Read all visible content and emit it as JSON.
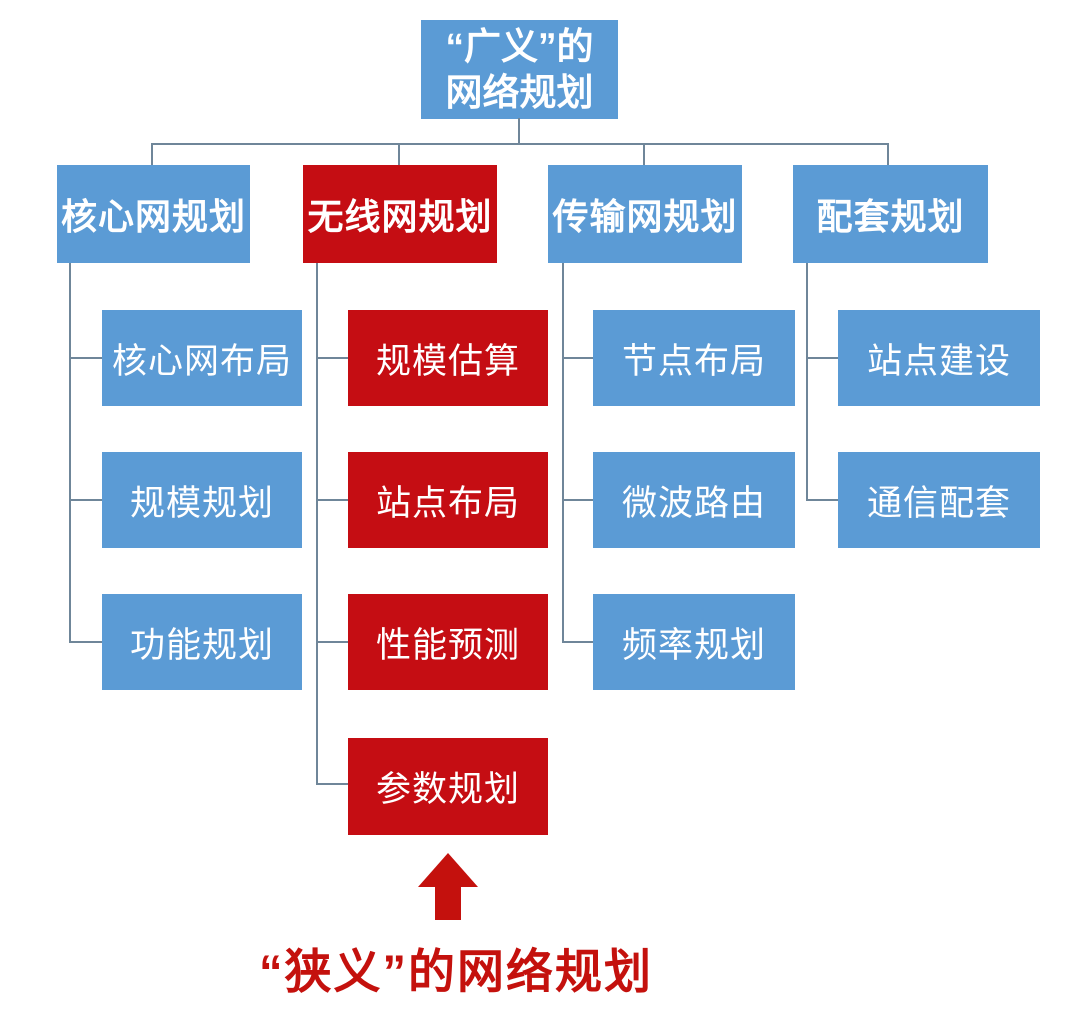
{
  "diagram": {
    "root": {
      "line1": "“广义”的",
      "line2": "网络规划"
    },
    "columns": [
      {
        "header": "核心网规划",
        "variant": "blue",
        "children": [
          "核心网布局",
          "规模规划",
          "功能规划"
        ]
      },
      {
        "header": "无线网规划",
        "variant": "red",
        "children": [
          "规模估算",
          "站点布局",
          "性能预测",
          "参数规划"
        ]
      },
      {
        "header": "传输网规划",
        "variant": "blue",
        "children": [
          "节点布局",
          "微波路由",
          "频率规划"
        ]
      },
      {
        "header": "配套规划",
        "variant": "blue",
        "children": [
          "站点建设",
          "通信配套"
        ]
      }
    ],
    "footer": {
      "label": "“狭义”的网络规划"
    },
    "colors": {
      "box_blue": "#5b9bd5",
      "box_red": "#c50d13",
      "accent_red": "#c4110d",
      "connector_line": "#6f8699",
      "box_text": "#ffffff"
    }
  }
}
